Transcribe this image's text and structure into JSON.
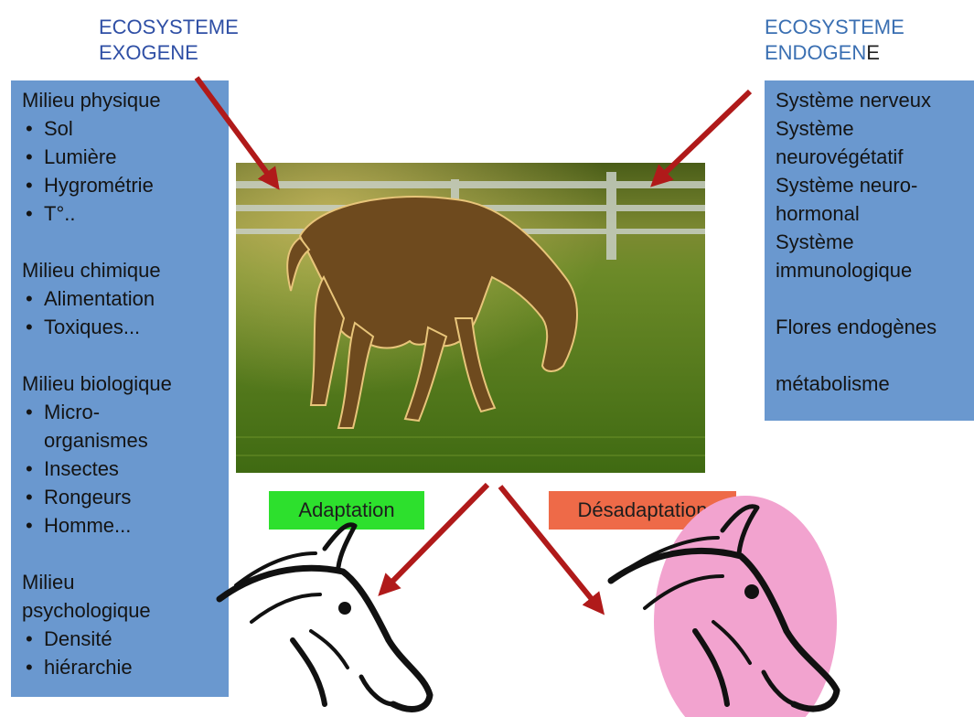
{
  "exogene": {
    "title": [
      "ECOSYSTEME",
      "EXOGENE"
    ],
    "groups": [
      {
        "heading": "Milieu physique",
        "items": [
          "Sol",
          "Lumière",
          "Hygrométrie",
          "T°.."
        ]
      },
      {
        "heading": "Milieu chimique",
        "items": [
          "Alimentation",
          "Toxiques..."
        ]
      },
      {
        "heading": "Milieu biologique",
        "items": [
          "Micro-\norganismes",
          "Insectes",
          "Rongeurs",
          "Homme..."
        ]
      },
      {
        "heading": "Milieu\npsychologique",
        "items": [
          "Densité",
          "hiérarchie"
        ]
      }
    ]
  },
  "endogene": {
    "title_line1": "ECOSYSTEME",
    "title_line2_main": "ENDOGEN",
    "title_line2_last": "E",
    "lines": [
      "Système nerveux",
      "Système",
      "neurovégétatif",
      "Système neuro-",
      "hormonal",
      "Système",
      "immunologique",
      "",
      "Flores endogènes",
      "",
      "métabolisme"
    ]
  },
  "adaptation_label": "Adaptation",
  "desadaptation_label": "Désadaptation",
  "colors": {
    "panel": "#6a98cf",
    "arrow": "#b01a1a",
    "adaptation": "#2de02d",
    "desadaptation": "#ee6a48",
    "ellipse": "#f2a3cf"
  },
  "icons": [
    "foal-photo",
    "horse-head-icon",
    "red-arrow"
  ]
}
